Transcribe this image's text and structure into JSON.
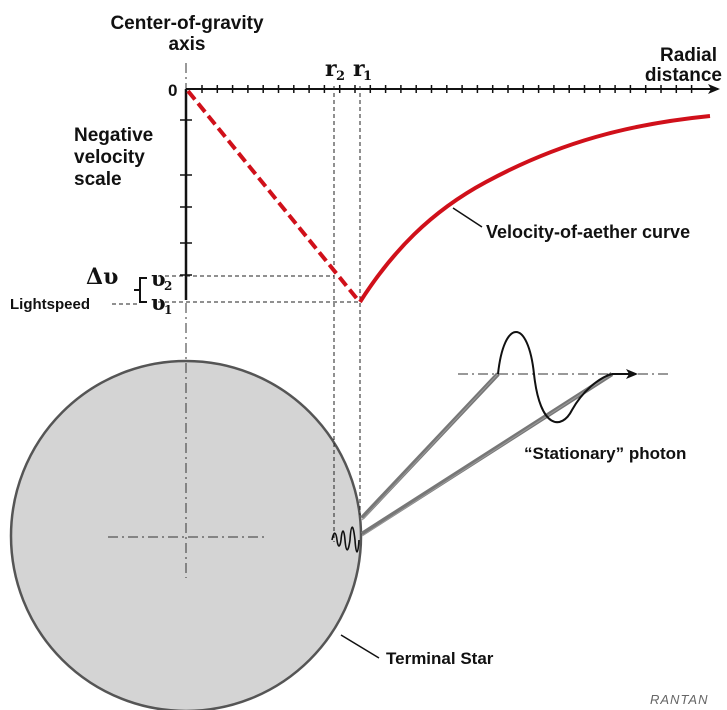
{
  "labels": {
    "cog_axis_line1": "Center-of-gravity",
    "cog_axis_line2": "axis",
    "radial_line1": "Radial",
    "radial_line2": "distance",
    "zero": "0",
    "neg_line1": "Negative",
    "neg_line2": "velocity",
    "neg_line3": "scale",
    "curve": "Velocity-of-aether curve",
    "r2": "r",
    "r2_sub": "2",
    "r1": "r",
    "r1_sub": "1",
    "delta_v": "Δυ",
    "v2": "υ",
    "v2_sub": "2",
    "v1": "υ",
    "v1_sub": "1",
    "lightspeed": "Lightspeed",
    "photon": "“Stationary” photon",
    "star": "Terminal Star",
    "credit": "RANTAN"
  },
  "colors": {
    "curve": "#d0101a",
    "star_fill": "#d4d4d4",
    "ink": "#111111",
    "beam": "#777777"
  }
}
